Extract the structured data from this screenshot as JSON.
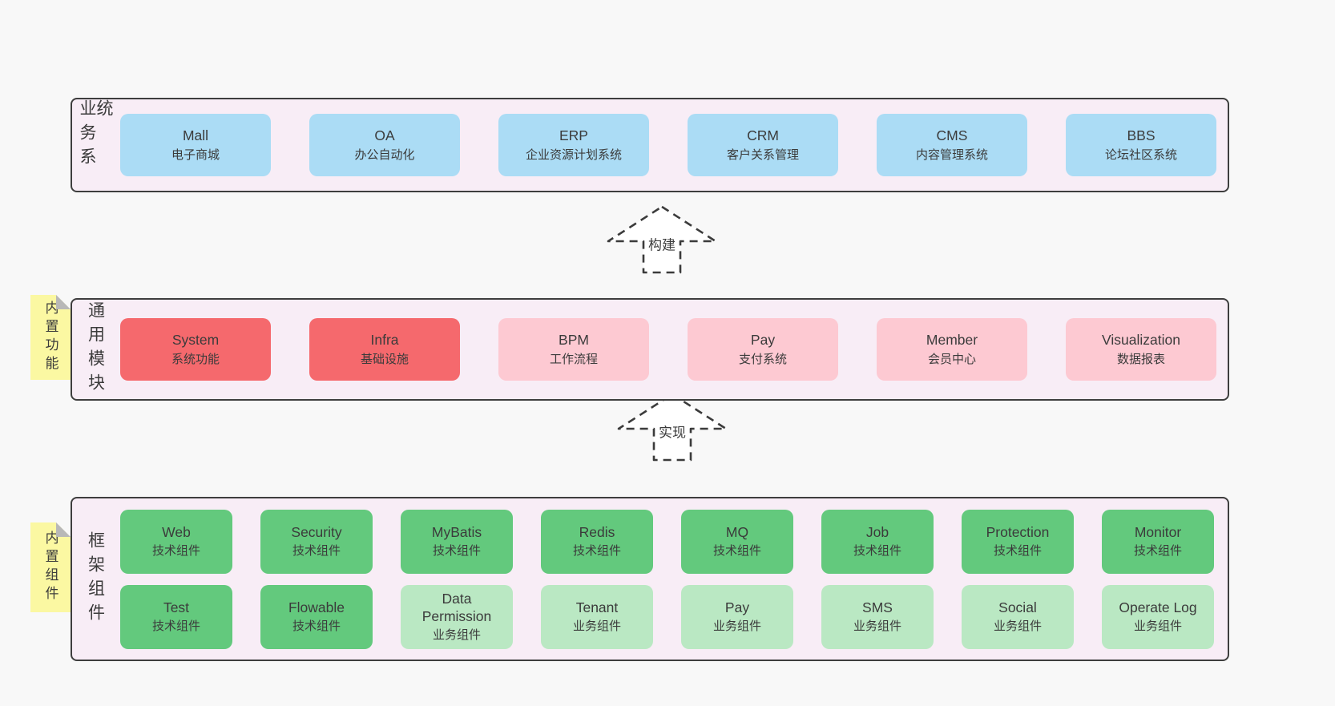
{
  "diagram": {
    "type": "layered-architecture",
    "colors": {
      "page_bg": "#f8f8f8",
      "band_bg": "#f8edf6",
      "band_border": "#3e3e3e",
      "text": "#3b3b3b",
      "blue": "#abdcf5",
      "red": "#f5696d",
      "pink": "#fdc9d2",
      "green": "#63c97d",
      "light_green": "#bae8c3",
      "sticky_bg": "#fbf8a2",
      "sticky_fold": "#b8b8b8",
      "arrow_fill": "#ffffff"
    },
    "arrows": [
      {
        "label": "构建"
      },
      {
        "label": "实现"
      }
    ],
    "layers": [
      {
        "id": "business",
        "label": "业务系统",
        "items": [
          {
            "name": "Mall",
            "desc": "电子商城",
            "variant": "blue"
          },
          {
            "name": "OA",
            "desc": "办公自动化",
            "variant": "blue"
          },
          {
            "name": "ERP",
            "desc": "企业资源计划系统",
            "variant": "blue"
          },
          {
            "name": "CRM",
            "desc": "客户关系管理",
            "variant": "blue"
          },
          {
            "name": "CMS",
            "desc": "内容管理系统",
            "variant": "blue"
          },
          {
            "name": "BBS",
            "desc": "论坛社区系统",
            "variant": "blue"
          }
        ]
      },
      {
        "id": "modules",
        "label": "通用模块",
        "sticky": "内置功能",
        "items": [
          {
            "name": "System",
            "desc": "系统功能",
            "variant": "red"
          },
          {
            "name": "Infra",
            "desc": "基础设施",
            "variant": "red"
          },
          {
            "name": "BPM",
            "desc": "工作流程",
            "variant": "pink"
          },
          {
            "name": "Pay",
            "desc": "支付系统",
            "variant": "pink"
          },
          {
            "name": "Member",
            "desc": "会员中心",
            "variant": "pink"
          },
          {
            "name": "Visualization",
            "desc": "数据报表",
            "variant": "pink"
          }
        ]
      },
      {
        "id": "components",
        "label": "框架组件",
        "sticky": "内置组件",
        "rows": [
          [
            {
              "name": "Web",
              "desc": "技术组件",
              "variant": "green"
            },
            {
              "name": "Security",
              "desc": "技术组件",
              "variant": "green"
            },
            {
              "name": "MyBatis",
              "desc": "技术组件",
              "variant": "green"
            },
            {
              "name": "Redis",
              "desc": "技术组件",
              "variant": "green"
            },
            {
              "name": "MQ",
              "desc": "技术组件",
              "variant": "green"
            },
            {
              "name": "Job",
              "desc": "技术组件",
              "variant": "green"
            },
            {
              "name": "Protection",
              "desc": "技术组件",
              "variant": "green"
            },
            {
              "name": "Monitor",
              "desc": "技术组件",
              "variant": "green"
            }
          ],
          [
            {
              "name": "Test",
              "desc": "技术组件",
              "variant": "green"
            },
            {
              "name": "Flowable",
              "desc": "技术组件",
              "variant": "green"
            },
            {
              "name": "Data\nPermission",
              "desc": "业务组件",
              "variant": "light_green"
            },
            {
              "name": "Tenant",
              "desc": "业务组件",
              "variant": "light_green"
            },
            {
              "name": "Pay",
              "desc": "业务组件",
              "variant": "light_green"
            },
            {
              "name": "SMS",
              "desc": "业务组件",
              "variant": "light_green"
            },
            {
              "name": "Social",
              "desc": "业务组件",
              "variant": "light_green"
            },
            {
              "name": "Operate Log",
              "desc": "业务组件",
              "variant": "light_green"
            }
          ]
        ]
      }
    ]
  }
}
